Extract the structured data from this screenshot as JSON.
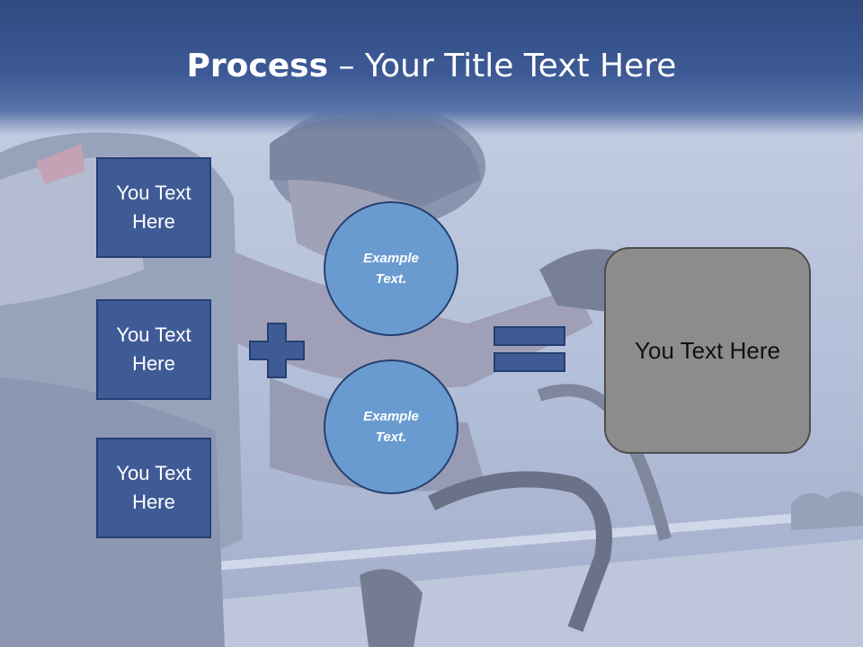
{
  "slide": {
    "title_bold": "Process",
    "title_rest": " – Your Title Text Here",
    "boxes": [
      {
        "label": "You Text Here"
      },
      {
        "label": "You Text Here"
      },
      {
        "label": "You Text Here"
      }
    ],
    "circles": [
      {
        "label": "Example Text."
      },
      {
        "label": "Example Text."
      }
    ],
    "result_label": "You Text Here"
  },
  "colors": {
    "title_bar": "#3d5a96",
    "box_fill": "#3f5b96",
    "circle_fill": "#6a9bd0",
    "result_fill": "#8c8c8c"
  },
  "icons": [
    "plus-icon",
    "equals-icon"
  ]
}
